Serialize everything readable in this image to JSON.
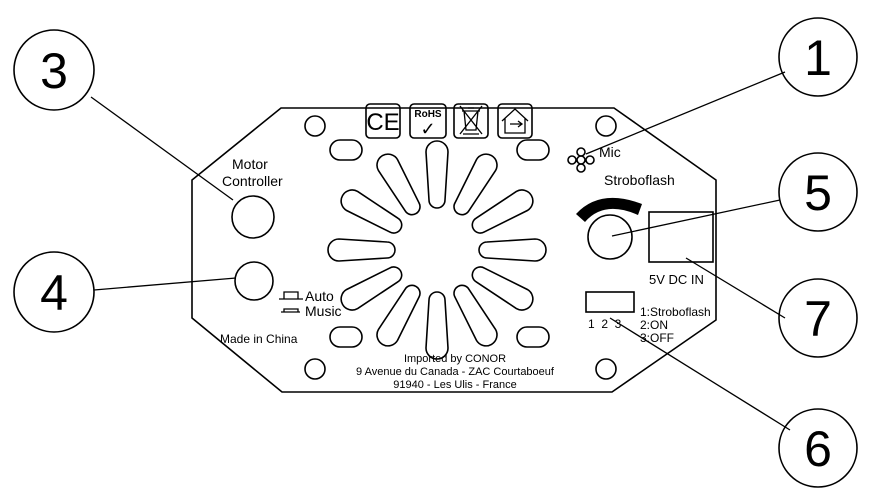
{
  "callouts": [
    "1",
    "3",
    "4",
    "5",
    "6",
    "7"
  ],
  "labels": {
    "mic": "Mic",
    "stroboflash": "Stroboflash",
    "motor_line1": "Motor",
    "motor_line2": "Controller",
    "auto": "Auto",
    "music": "Music",
    "dc_in": "5V DC IN",
    "switch_numbers": "1  2  3",
    "switch_opt1": "1:Stroboflash",
    "switch_opt2": "2:ON",
    "switch_opt3": "3:OFF",
    "made_in": "Made in China",
    "import_line1": "Imported by CONOR",
    "import_line2": "9 Avenue du Canada - ZAC Courtaboeuf",
    "import_line3": "91940 - Les Ulis - France"
  },
  "marks": {
    "ce": "CE",
    "rohs": "RoHS",
    "rohs_check": "✓"
  },
  "icons": [
    "ce-mark-icon",
    "rohs-mark-icon",
    "weee-bin-icon",
    "indoor-use-icon"
  ]
}
